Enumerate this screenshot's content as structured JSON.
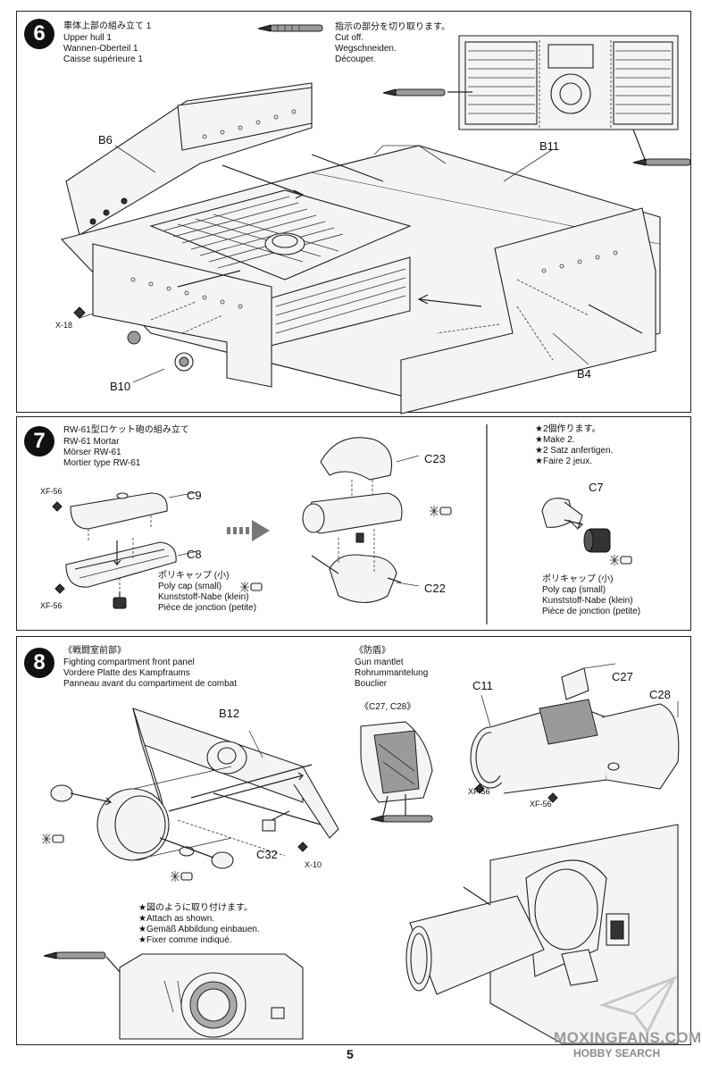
{
  "step6": {
    "number": "6",
    "title_jp": "車体上部の組み立て 1",
    "title_en": "Upper hull 1",
    "title_de": "Wannen-Oberteil 1",
    "title_fr": "Caisse supérieure 1",
    "cut_jp": "指示の部分を切り取ります。",
    "cut_en": "Cut off.",
    "cut_de": "Wegschneiden.",
    "cut_fr": "Découper.",
    "labels": {
      "b6": "B6",
      "b11": "B11",
      "b10": "B10",
      "b4": "B4",
      "x18": "X-18"
    }
  },
  "step7": {
    "number": "7",
    "title_jp": "RW-61型ロケット砲の組み立て",
    "title_en": "RW-61 Mortar",
    "title_de": "Mörser RW-61",
    "title_fr": "Mortier type RW-61",
    "labels": {
      "xf56a": "XF-56",
      "c9": "C9",
      "c8": "C8",
      "xf56b": "XF-56",
      "c23": "C23",
      "c22": "C22",
      "c7": "C7"
    },
    "polycap_left": {
      "jp": "ポリキャップ (小)",
      "en": "Poly cap (small)",
      "de": "Kunststoff-Nabe (klein)",
      "fr": "Pièce de jonction (petite)"
    },
    "make2": {
      "jp": "★2個作ります。",
      "en": "★Make 2.",
      "de": "★2 Satz anfertigen.",
      "fr": "★Faire 2 jeux."
    },
    "polycap_right": {
      "jp": "ポリキャップ (小)",
      "en": "Poly cap (small)",
      "de": "Kunststoff-Nabe (klein)",
      "fr": "Pièce de jonction (petite)"
    }
  },
  "step8": {
    "number": "8",
    "title_jp": "《戦闘室前部》",
    "title_en": "Fighting compartment front panel",
    "title_de": "Vordere Platte des Kampfraums",
    "title_fr": "Panneau avant du compartiment de combat",
    "mantlet_jp": "《防盾》",
    "mantlet_en": "Gun mantlet",
    "mantlet_de": "Rohrummantelung",
    "mantlet_fr": "Bouclier",
    "c27c28": "《C27, C28》",
    "attach": {
      "jp": "★図のように取り付けます。",
      "en": "★Attach as shown.",
      "de": "★Gemäß Abbildung einbauen.",
      "fr": "★Fixer comme indiqué."
    },
    "labels": {
      "b12": "B12",
      "c32": "C32",
      "x10": "X-10",
      "c11": "C11",
      "c27": "C27",
      "c28": "C28",
      "xf56a": "XF-56",
      "xf56b": "XF-56"
    }
  },
  "page_number": "5",
  "watermark": {
    "site": "MOXINGFANS.COM",
    "brand": "HOBBY SEARCH"
  }
}
